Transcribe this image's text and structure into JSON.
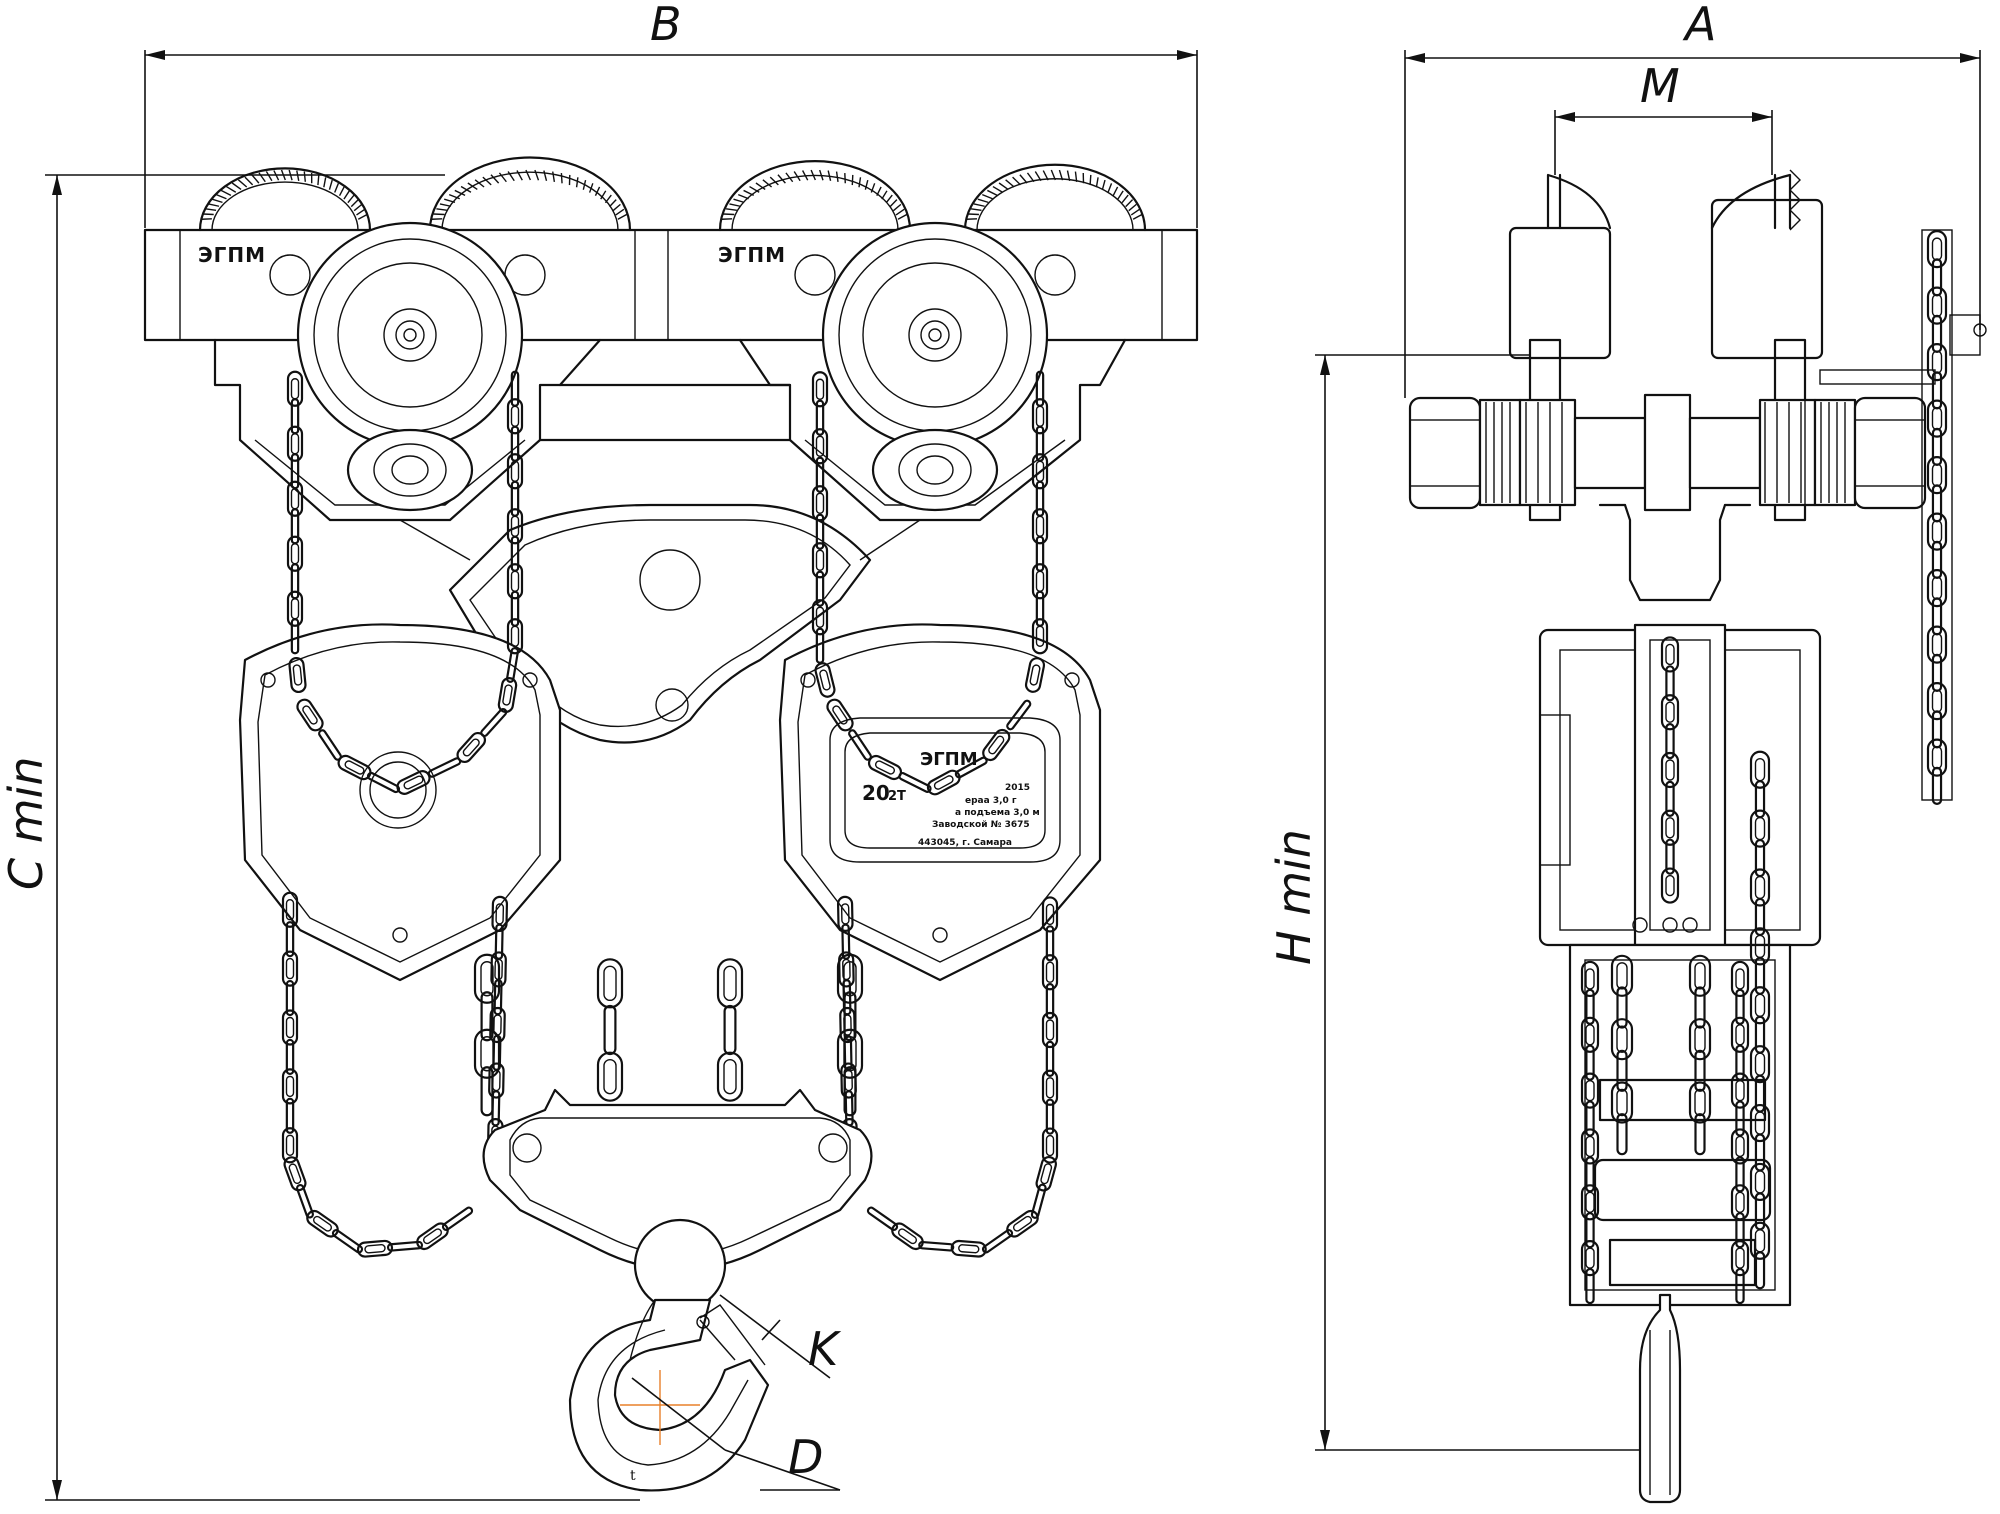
{
  "dimensions": {
    "B": "B",
    "A": "A",
    "M": "M",
    "C": "C min",
    "H": "H min",
    "K": "K",
    "D": "D"
  },
  "brand": {
    "logo_left": "ЭГПМ",
    "logo_right": "ЭГПМ",
    "logo_plate": "ЭГПМ"
  },
  "nameplate": {
    "capacity": "20",
    "line1": "2Т",
    "line2": "2015",
    "line3": "ераа 3,0 г",
    "line4": "а подъема 3,0 м",
    "line5": "Заводской № 3675",
    "line6": "443045, г. Самара"
  },
  "hook_mark": "t",
  "colors": {
    "line": "#111111",
    "center_mark": "#e8802a",
    "background": "#ffffff"
  }
}
